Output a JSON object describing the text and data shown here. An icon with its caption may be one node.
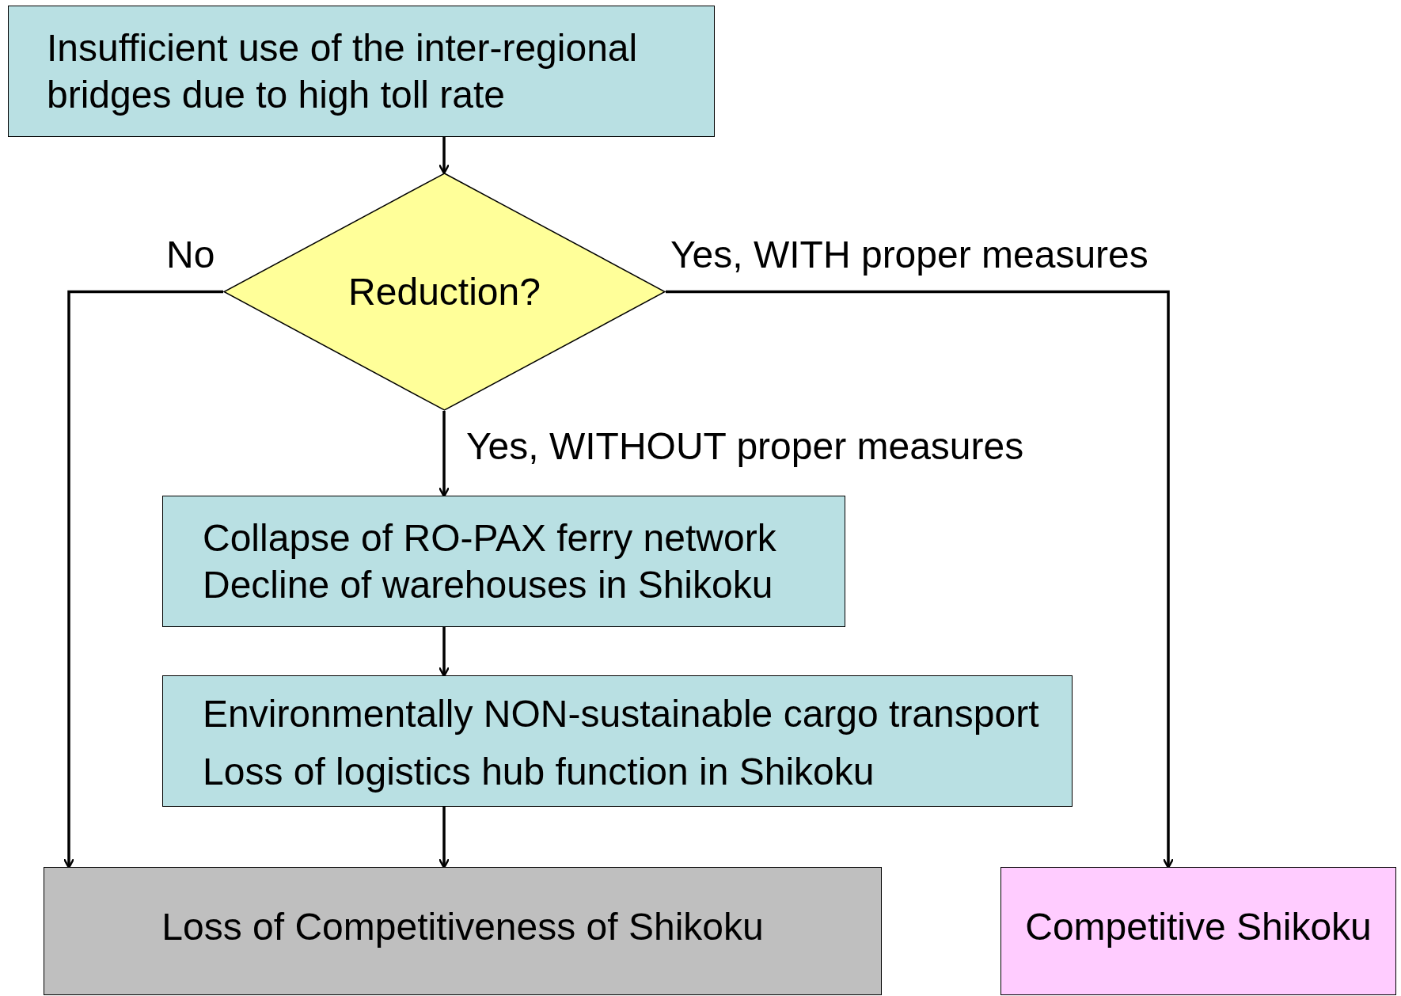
{
  "diagram": {
    "nodes": [
      {
        "text": [
          "Insufficient use of the inter-regional bridges due to high toll rate"
        ]
      },
      {
        "text": [
          "Reduction?"
        ]
      },
      {
        "text": [
          "Collapse of RO-PAX ferry network",
          "Decline of warehouses in Shikoku"
        ]
      },
      {
        "text": [
          "Environmentally NON-sustainable cargo transport",
          "Loss of logistics hub function in Shikoku"
        ]
      },
      {
        "text": [
          "Loss of Competitiveness of Shikoku"
        ]
      },
      {
        "text": [
          "Competitive Shikoku"
        ]
      }
    ],
    "edges": [
      {
        "from": 0,
        "to": 1,
        "arrow": "to"
      },
      {
        "from": 1,
        "to": 4,
        "label": "No",
        "arrow": "to"
      },
      {
        "from": 1,
        "to": 5,
        "label": "Yes, WITH proper measures",
        "arrow": "to"
      },
      {
        "from": 1,
        "to": 2,
        "label": "Yes, WITHOUT proper measures",
        "arrow": "to"
      },
      {
        "from": 2,
        "to": 3,
        "arrow": "to"
      },
      {
        "from": 3,
        "to": 4,
        "arrow": "to"
      }
    ]
  }
}
